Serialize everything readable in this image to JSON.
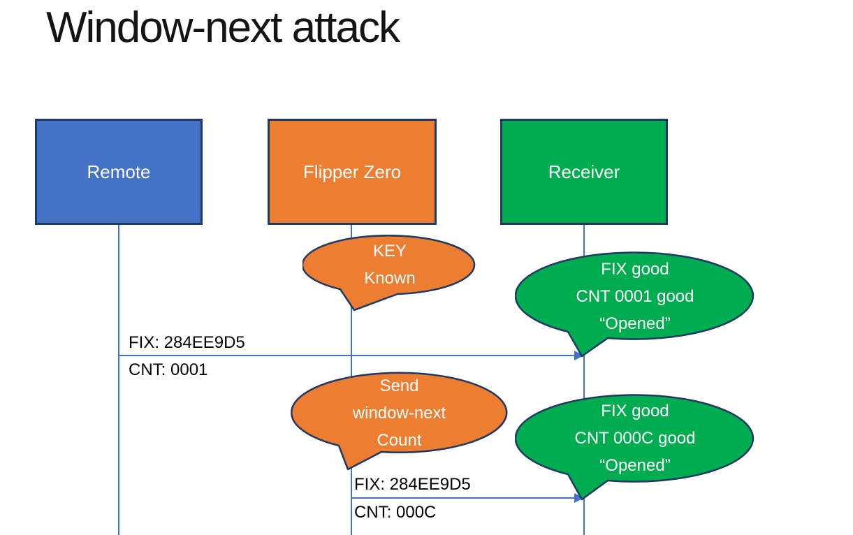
{
  "title": "Window-next attack",
  "colors": {
    "remote-fill": "#4472C4",
    "flipper-fill": "#ED7D31",
    "receiver-fill": "#00AC50",
    "outline": "#1F3864",
    "line": "#4472C4"
  },
  "actors": [
    {
      "id": "remote",
      "label": "Remote"
    },
    {
      "id": "flipper-zero",
      "label": "Flipper Zero"
    },
    {
      "id": "receiver",
      "label": "Receiver"
    }
  ],
  "callouts": [
    {
      "id": "key-known",
      "speaker": "Flipper Zero",
      "lines": [
        "KEY",
        "Known"
      ]
    },
    {
      "id": "receiver-accepts-first",
      "speaker": "Receiver",
      "lines": [
        "FIX good",
        "CNT 0001 good",
        "“Opened”"
      ]
    },
    {
      "id": "send-window-next",
      "speaker": "Flipper Zero",
      "lines": [
        "Send",
        "window-next",
        "Count"
      ]
    },
    {
      "id": "receiver-accepts-second",
      "speaker": "Receiver",
      "lines": [
        "FIX good",
        "CNT 000C good",
        "“Opened”"
      ]
    }
  ],
  "messages": [
    {
      "id": "remote-to-receiver",
      "from": "Remote",
      "to": "Receiver",
      "label_top": "FIX: 284EE9D5",
      "label_bottom": "CNT: 0001"
    },
    {
      "id": "flipper-to-receiver",
      "from": "Flipper Zero",
      "to": "Receiver",
      "label_top": "FIX: 284EE9D5",
      "label_bottom": "CNT: 000C"
    }
  ]
}
